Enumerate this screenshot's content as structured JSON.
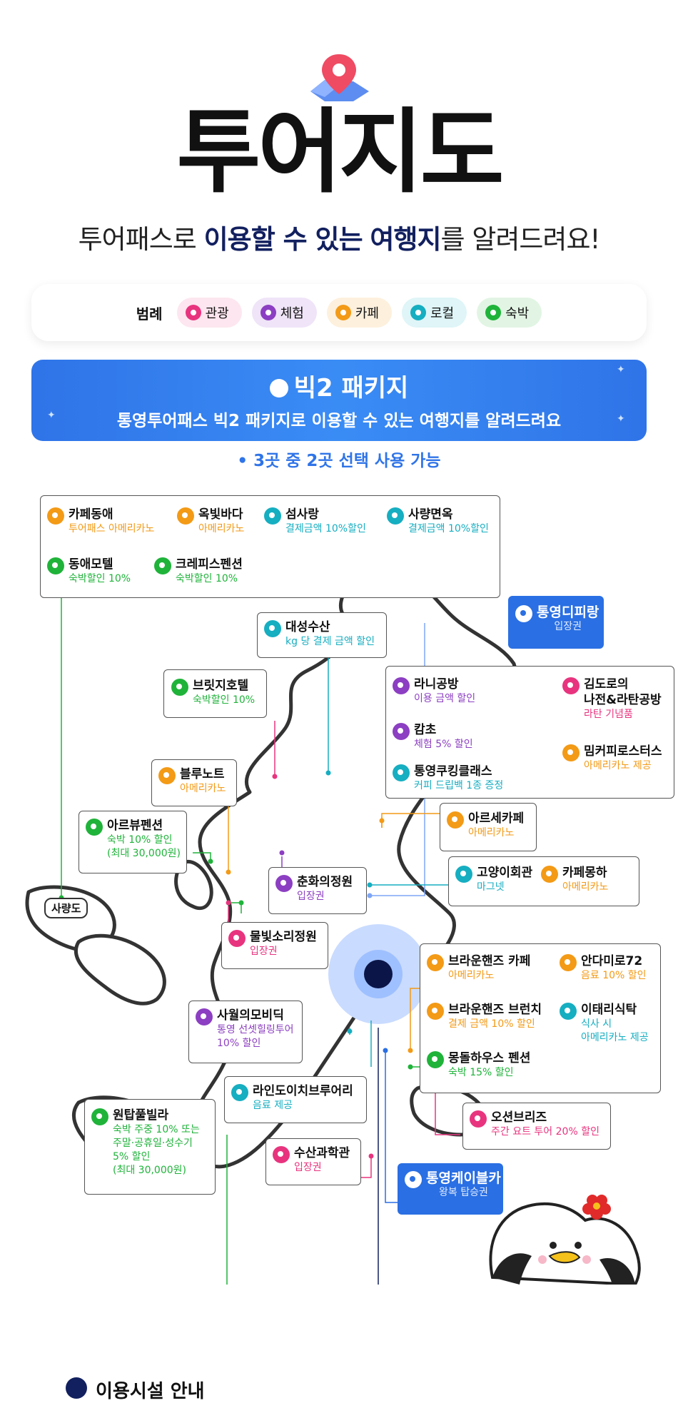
{
  "header": {
    "title": "투어지도",
    "subtitle_pre": "투어패스로 ",
    "subtitle_mid1": "이용할 수 있는",
    "subtitle_space": " ",
    "subtitle_mid2": "여행지",
    "subtitle_post": "를 알려드려요!"
  },
  "legend": {
    "label": "범례",
    "items": [
      {
        "label": "관광",
        "color": "#e8347e",
        "bg": "#fde6ef"
      },
      {
        "label": "체험",
        "color": "#8c3fc2",
        "bg": "#efe4f8"
      },
      {
        "label": "카페",
        "color": "#f39a16",
        "bg": "#fdf0dd"
      },
      {
        "label": "로컬",
        "color": "#16aec1",
        "bg": "#dff5f7"
      },
      {
        "label": "숙박",
        "color": "#1fb33a",
        "bg": "#e2f5e4"
      }
    ]
  },
  "banner": {
    "title": "빅2 패키지",
    "subtitle": "통영투어패스 빅2 패키지로 이용할 수 있는 여행지를 알려드려요",
    "note": "• 3곳 중 2곳 선택 사용 가능"
  },
  "map": {
    "island_label": "사량도",
    "places": {
      "cafe_dongae": {
        "name": "카페동애",
        "benefit": "투어패스 아메리카노"
      },
      "okbit": {
        "name": "옥빛바다",
        "benefit": "아메리카노"
      },
      "seomsarang": {
        "name": "섬사랑",
        "benefit": "결제금액 10%할인"
      },
      "saryang_noodle": {
        "name": "사량면옥",
        "benefit": "결제금액 10%할인"
      },
      "dongae_motel": {
        "name": "동애모텔",
        "benefit": "숙박할인 10%"
      },
      "crepis": {
        "name": "크레피스펜션",
        "benefit": "숙박할인 10%"
      },
      "daesung": {
        "name": "대성수산",
        "benefit": "kg 당 결제 금액 할인"
      },
      "dipirang": {
        "name": "통영디피랑",
        "benefit": "입장권"
      },
      "bridge_hotel": {
        "name": "브릿지호텔",
        "benefit": "숙박할인 10%"
      },
      "rani": {
        "name": "라니공방",
        "benefit": "이용 금액 할인"
      },
      "gimdoro_1": {
        "name": "김도로의"
      },
      "gimdoro_2": {
        "name": "나전&라탄공방",
        "benefit": "라탄 기념품"
      },
      "kamcho": {
        "name": "캄초",
        "benefit": "체험 5% 할인"
      },
      "mim_coffee": {
        "name": "밈커피로스터스",
        "benefit": "아메리카노 제공"
      },
      "cooking_class": {
        "name": "통영쿠킹클래스",
        "benefit": "커피 드립백 1종 증정"
      },
      "blue_note": {
        "name": "블루노트",
        "benefit": "아메리카노"
      },
      "arse_cafe": {
        "name": "아르세카페",
        "benefit": "아메리카노"
      },
      "arview": {
        "name": "아르뷰펜션",
        "benefit1": "숙박 10% 할인",
        "benefit2": "(최대 30,000원)"
      },
      "goyangi": {
        "name": "고양이회관",
        "benefit": "마그넷"
      },
      "cafe_monga": {
        "name": "카페몽하",
        "benefit": "아메리카노"
      },
      "chunhwa": {
        "name": "춘화의정원",
        "benefit": "입장권"
      },
      "mulbit": {
        "name": "물빛소리정원",
        "benefit": "입장권"
      },
      "brownhands_cafe": {
        "name": "브라운핸즈 카페",
        "benefit": "아메리카노"
      },
      "andamiro": {
        "name": "안다미로72",
        "benefit": "음료 10% 할인"
      },
      "brownhands_brunch": {
        "name": "브라운핸즈 브런치",
        "benefit": "결제 금액 10% 할인"
      },
      "italian": {
        "name": "이태리식탁",
        "benefit1": "식사 시",
        "benefit2": "아메리카노 제공"
      },
      "mongdol": {
        "name": "몽돌하우스 펜션",
        "benefit": "숙박 15% 할인"
      },
      "sawol": {
        "name": "사월의모비딕",
        "benefit1": "통영 선셋힐링투어",
        "benefit2": "10% 할인"
      },
      "line_brewery": {
        "name": "라인도이치브루어리",
        "benefit": "음료 제공"
      },
      "wontap": {
        "name": "원탑풀빌라",
        "benefit1": "숙박 주중 10% 또는",
        "benefit2": "주말·공휴일·성수기",
        "benefit3": "5% 할인",
        "benefit4": "(최대 30,000원)"
      },
      "ocean_breeze": {
        "name": "오션브리즈",
        "benefit": "주간 요트 투어 20% 할인"
      },
      "fisheries_museum": {
        "name": "수산과학관",
        "benefit": "입장권"
      },
      "cable_car": {
        "name": "통영케이블카",
        "benefit": "왕복 탑승권"
      }
    }
  },
  "footer": {
    "section_title": "이용시설 안내"
  },
  "colors": {
    "tour": "#e8347e",
    "experience": "#8c3fc2",
    "cafe": "#f39a16",
    "local": "#16aec1",
    "stay": "#1fb33a",
    "accent": "#2f74e8",
    "navy": "#12205f"
  }
}
